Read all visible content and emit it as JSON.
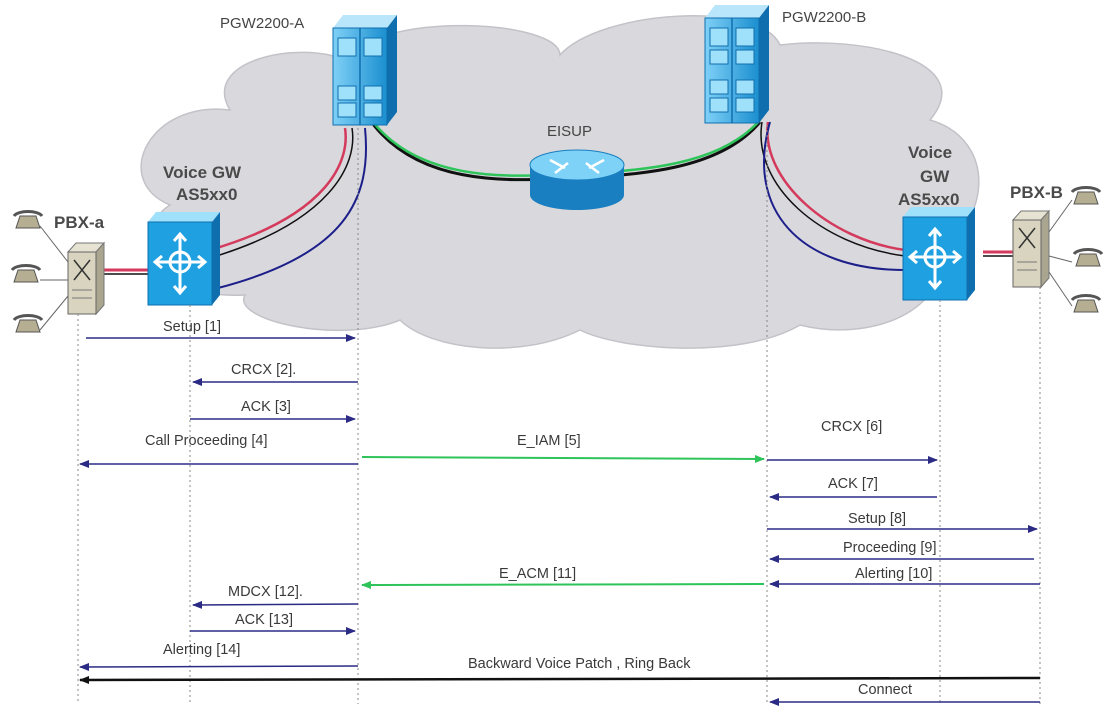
{
  "nodes": {
    "pgw_a": "PGW2200-A",
    "pgw_b": "PGW2200-B",
    "eisup": "EISUP",
    "gw_left_line1": "Voice GW",
    "gw_left_line2": "AS5xx0",
    "gw_right_line1": "Voice",
    "gw_right_line2": "GW",
    "gw_right_line3": "AS5xx0",
    "pbx_a": "PBX-a",
    "pbx_b": "PBX-B"
  },
  "messages": [
    {
      "label": "Setup  [1]"
    },
    {
      "label": "CRCX [2]."
    },
    {
      "label": "ACK [3]"
    },
    {
      "label": "Call Proceeding [4]"
    },
    {
      "label": "E_IAM [5]"
    },
    {
      "label": "CRCX [6]"
    },
    {
      "label": "ACK [7]"
    },
    {
      "label": "Setup [8]"
    },
    {
      "label": "Proceeding [9]"
    },
    {
      "label": "Alerting [10]"
    },
    {
      "label": "E_ACM [11]"
    },
    {
      "label": "MDCX [12]."
    },
    {
      "label": "ACK [13]"
    },
    {
      "label": "Alerting [14]"
    },
    {
      "label": "Backward Voice Patch , Ring Back"
    },
    {
      "label": "Connect"
    }
  ],
  "colors": {
    "signal_arrow": "#2b2b85",
    "pgw_link": "#2ec45a",
    "voice_path": "#111111",
    "cloud": "#d9d8dd",
    "device_blue": "#1fa0e0",
    "isdn_link": "#d43a5c",
    "mgcp_link": "#1c1f8a"
  }
}
